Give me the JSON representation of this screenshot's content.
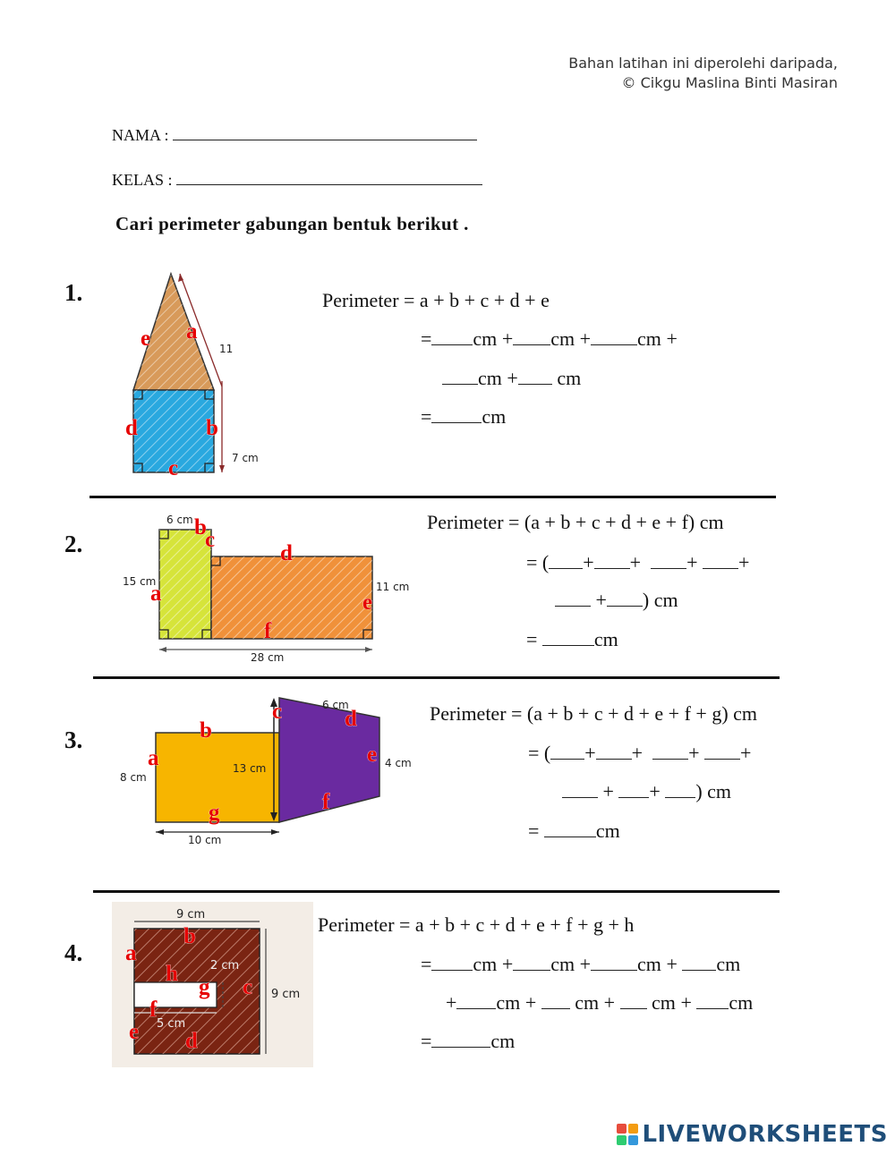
{
  "credit": {
    "line1": "Bahan latihan ini diperolehi daripada,",
    "line2": "© Cikgu Maslina Binti Masiran"
  },
  "fields": {
    "nama": "NAMA :",
    "kelas": "KELAS :"
  },
  "instruction": "Cari perimeter gabungan bentuk berikut .",
  "questions": [
    {
      "number": "1.",
      "formula": "Perimeter = a + b + c + d + e",
      "line2_eq": "=",
      "line_cm": "cm",
      "labels": [
        "a",
        "b",
        "c",
        "d",
        "e"
      ],
      "dims": [
        "11",
        "7 cm"
      ]
    },
    {
      "number": "2.",
      "formula": "Perimeter = (a + b + c + d + e + f) cm",
      "line2_start": "= (",
      "line3_end": ") cm",
      "line4_eq": "=",
      "line_cm": "cm",
      "labels": [
        "a",
        "b",
        "c",
        "d",
        "e",
        "f"
      ],
      "dims": [
        "6 cm",
        "15 cm",
        "11 cm",
        "28 cm"
      ]
    },
    {
      "number": "3.",
      "formula": "Perimeter = (a + b + c + d + e + f + g) cm",
      "line2_start": "= (",
      "line3_end": ") cm",
      "line4_eq": "=",
      "line_cm": "cm",
      "labels": [
        "a",
        "b",
        "c",
        "d",
        "e",
        "f",
        "g"
      ],
      "dims": [
        "6 cm",
        "8 cm",
        "13 cm",
        "4 cm",
        "10 cm"
      ]
    },
    {
      "number": "4.",
      "formula": "Perimeter = a + b + c + d + e + f + g + h",
      "line2_eq": "=",
      "line_cm": "cm",
      "labels": [
        "a",
        "b",
        "c",
        "d",
        "e",
        "f",
        "g",
        "h"
      ],
      "dims": [
        "9 cm",
        "2 cm",
        "9 cm",
        "5 cm"
      ]
    }
  ],
  "logo": {
    "text": "LIVEWORKSHEETS",
    "colors": [
      "#e74c3c",
      "#f39c12",
      "#2ecc71",
      "#3498db"
    ]
  },
  "colors": {
    "triangle": "#d89a5a",
    "square_q1": "#29a8df",
    "rect_green": "#d6e43a",
    "rect_orange": "#f0913a",
    "rect_yellow": "#f7b500",
    "trapezoid": "#6a2aa0",
    "brown": "#7a2412",
    "label_red": "#e60000"
  }
}
